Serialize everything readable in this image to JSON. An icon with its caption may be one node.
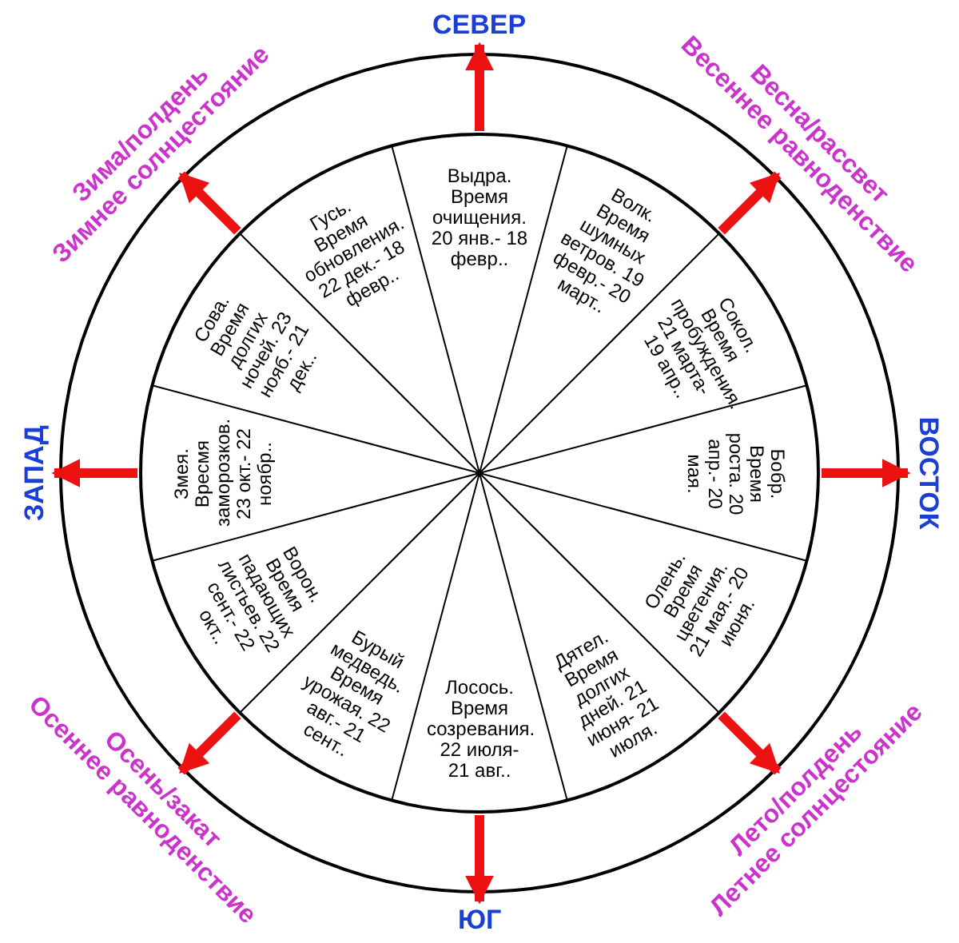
{
  "diagram": {
    "nodes": [
      {
        "text": [
          "Зима/полдень",
          "Зимнее солнцестояние"
        ]
      },
      {
        "text": [
          "СЕВЕР"
        ]
      },
      {
        "text": [
          "Весна/рассвет",
          "Весеннее равноденствие"
        ]
      },
      {
        "text": [
          "Выдра. Время очищения. 20 янв.- 18 февр.."
        ]
      },
      {
        "text": [
          "Волк. Время шумных ветров. 19 февр.- 20 март.."
        ]
      },
      {
        "text": [
          "Сокол. Время пробуждения. 21 марта- 19 апр.."
        ]
      },
      {
        "text": [
          "Бобр. Время роста. 20 апр.- 20 мая."
        ]
      },
      {
        "text": [
          "Олень. Время цветения. 21 мая.- 20 июня."
        ]
      },
      {
        "text": [
          "Дятел. Время долгих дней. 21 июня- 21 июля."
        ]
      },
      {
        "text": [
          "Лосось. Время созревания. 22 июля- 21 авг.."
        ]
      },
      {
        "text": [
          "Бурый медведь. Время урожая. 22 авг.- 21 сент.."
        ]
      },
      {
        "text": [
          "Ворон. Время падающих листьев. 22 сент.- 22 окт.."
        ]
      },
      {
        "text": [
          "Змея. Вресмя заморозков. 23 окт.- 22 ноябр.."
        ]
      },
      {
        "text": [
          "Сова. Время долгих ночей. 23 нояб.- 21 дек.."
        ]
      },
      {
        "text": [
          "Гусь. Время обновления. 22 дек.- 18 февр.."
        ]
      },
      {
        "text": [
          "ЗАПАД"
        ]
      },
      {
        "text": [
          "ВОСТОК"
        ]
      },
      {
        "text": [
          "Осень/закат",
          "Осеннее равноденствие"
        ]
      },
      {
        "text": [
          "ЮГ"
        ]
      },
      {
        "text": [
          "Лето/полдень",
          "Летнее солнцестояние"
        ]
      }
    ],
    "edges": [
      {
        "from": null,
        "to": 0,
        "arrow": "to"
      },
      {
        "from": null,
        "to": 1,
        "arrow": "to"
      },
      {
        "from": null,
        "to": 2,
        "arrow": "to"
      },
      {
        "from": null,
        "to": 15,
        "arrow": "to"
      },
      {
        "from": null,
        "to": 16,
        "arrow": "to"
      },
      {
        "from": null,
        "to": 17,
        "arrow": "to"
      },
      {
        "from": null,
        "to": 18,
        "arrow": "to"
      },
      {
        "from": null,
        "to": 19,
        "arrow": "to"
      }
    ]
  }
}
